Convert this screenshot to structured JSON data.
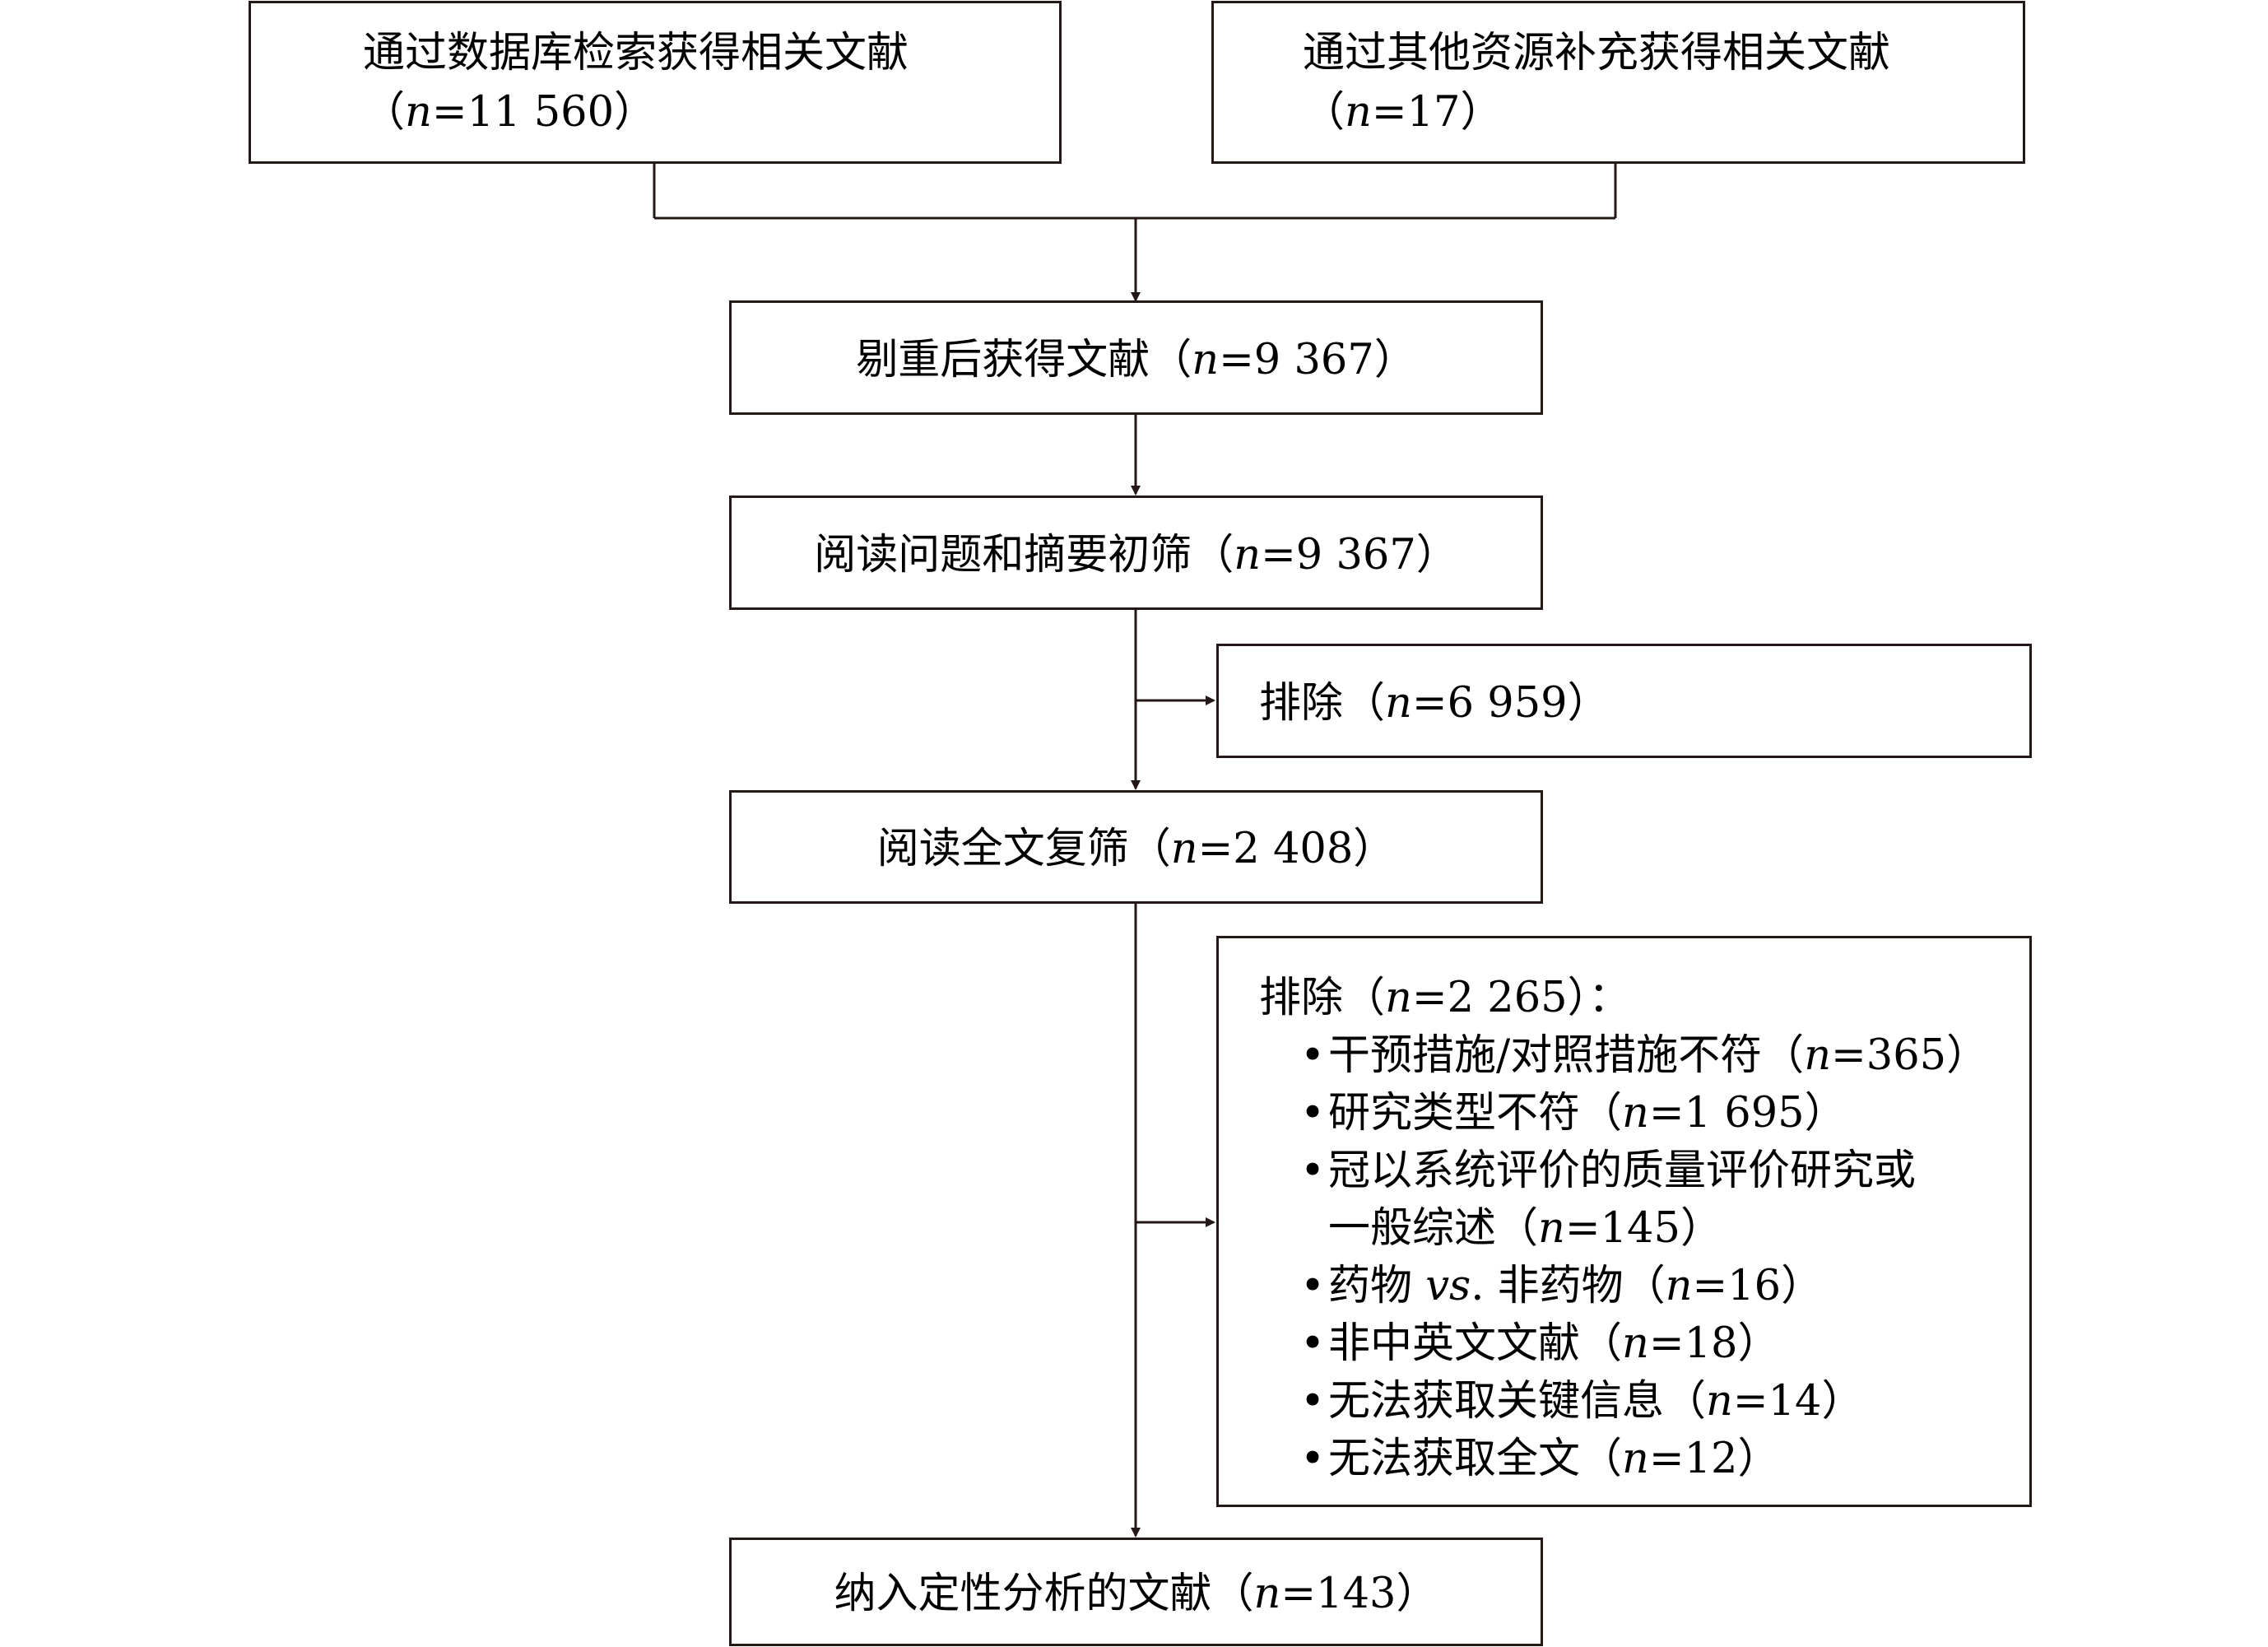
{
  "nodes": {
    "db_search": {
      "line1": "通过数据库检索获得相关文献",
      "line2_open": "（",
      "n_var": "n",
      "line2_rest": "=11 560）"
    },
    "other_sources": {
      "line1": "通过其他资源补充获得相关文献",
      "line2_open": "（",
      "n_var": "n",
      "line2_rest": "=17）"
    },
    "dedup": {
      "prefix": "剔重后获得文献（",
      "n_var": "n",
      "suffix": "=9 367）"
    },
    "title_abstract": {
      "prefix": "阅读问题和摘要初筛（",
      "n_var": "n",
      "suffix": "=9 367）"
    },
    "exclude_1": {
      "prefix": "排除（",
      "n_var": "n",
      "suffix": "=6 959）"
    },
    "full_text": {
      "prefix": "阅读全文复筛（",
      "n_var": "n",
      "suffix": "=2 408）"
    },
    "exclude_2": {
      "heading_prefix": "排除（",
      "n_var": "n",
      "heading_suffix": "=2 265）：",
      "bullet_char": "•",
      "items": [
        {
          "prefix": "干预措施/对照措施不符（",
          "n_var": "n",
          "suffix": "=365）"
        },
        {
          "prefix": "研究类型不符（",
          "n_var": "n",
          "suffix": "=1 695）"
        },
        {
          "line1": "冠以系统评价的质量评价研究或",
          "prefix": "一般综述（",
          "n_var": "n",
          "suffix": "=145）"
        },
        {
          "prefix": "药物 ",
          "vs": "vs",
          "mid": ". 非药物（",
          "n_var": "n",
          "suffix": "=16）"
        },
        {
          "prefix": "非中英文文献（",
          "n_var": "n",
          "suffix": "=18）"
        },
        {
          "prefix": "无法获取关键信息（",
          "n_var": "n",
          "suffix": "=14）"
        },
        {
          "prefix": "无法获取全文（",
          "n_var": "n",
          "suffix": "=12）"
        }
      ]
    },
    "included": {
      "prefix": "纳入定性分析的文献（",
      "n_var": "n",
      "suffix": "=143）"
    }
  },
  "colors": {
    "line": "#231815",
    "text": "#000000",
    "background": "#ffffff"
  }
}
